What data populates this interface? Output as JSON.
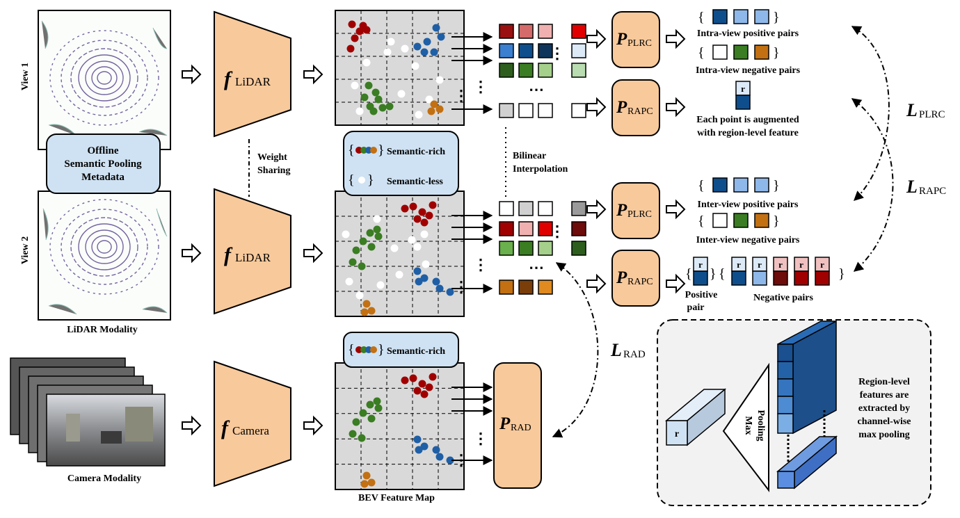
{
  "views": {
    "view1_label": "View 1",
    "view2_label": "View 2",
    "lidar_modality": "LiDAR Modality",
    "camera_modality": "Camera Modality"
  },
  "metadata_box": [
    "Offline",
    "Semantic Pooling",
    "Metadata"
  ],
  "encoders": {
    "f_prefix": "f",
    "lidar_sub": "LiDAR",
    "camera_sub": "Camera",
    "weight_sharing": [
      "Weight",
      "Sharing"
    ]
  },
  "bev": {
    "caption": "BEV Feature Map",
    "legend_rich": "Semantic-rich",
    "legend_less": "Semantic-less",
    "bilinear": [
      "Bilinear",
      "Interpolation"
    ]
  },
  "heads": {
    "p_prefix": "P",
    "plrc": "PLRC",
    "rapc": "RAPC",
    "rad": "RAD"
  },
  "pairs": {
    "intra_pos": "Intra-view positive pairs",
    "intra_neg": "Intra-view negative pairs",
    "region_aug": [
      "Each point is augmented",
      "with region-level feature"
    ],
    "inter_pos": "Inter-view positive pairs",
    "inter_neg": "Inter-view negative pairs",
    "positive_pair": [
      "Positive",
      "pair"
    ],
    "negative_pairs": "Negative pairs",
    "r": "r"
  },
  "losses": {
    "l_prefix": "L",
    "plrc": "PLRC",
    "rapc": "RAPC",
    "rad": "RAD"
  },
  "pooling": {
    "max_pooling": [
      "Max",
      "Pooling"
    ],
    "desc": [
      "Region-level",
      "features are",
      "extracted by",
      "channel-wise",
      "max pooling"
    ]
  },
  "colors": {
    "encoder_fill": "#f8c99b",
    "head_fill": "#f8c99b",
    "box_fill": "#cfe2f3",
    "bev_fill": "#d9d9d9",
    "red": "#a00000",
    "green": "#3a7d22",
    "blue": "#1f5fa6",
    "orange": "#c27012",
    "dark_blue": "#0f4e8c",
    "light_blue": "#8fb8ea"
  }
}
